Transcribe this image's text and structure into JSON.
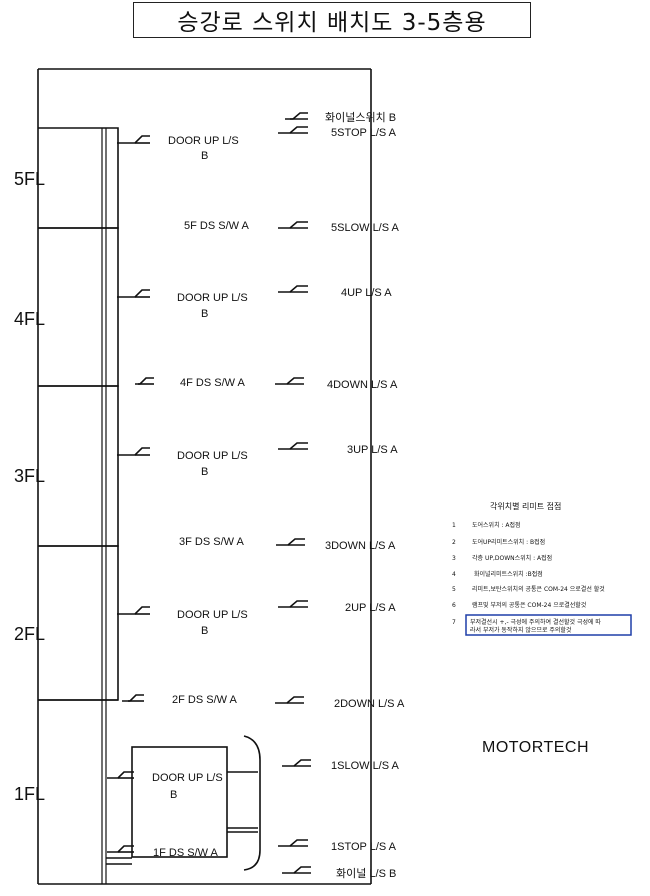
{
  "title": "승강로 스위치 배치도  3-5층용",
  "floors": [
    "5FL",
    "4FL",
    "3FL",
    "2FL",
    "1FL"
  ],
  "left_switches": [
    {
      "label": "DOOR UP L/S",
      "sub": "B"
    },
    {
      "label": "5F DS S/W  A",
      "sub": ""
    },
    {
      "label": "DOOR UP L/S",
      "sub": "B"
    },
    {
      "label": "4F DS S/W  A",
      "sub": ""
    },
    {
      "label": "DOOR UP L/S",
      "sub": "B"
    },
    {
      "label": "3F DS S/W  A",
      "sub": ""
    },
    {
      "label": "DOOR UP L/S",
      "sub": "B"
    },
    {
      "label": "2F DS S/W  A",
      "sub": ""
    },
    {
      "label": "DOOR UP L/S",
      "sub": "B"
    },
    {
      "label": "1F DS S/W  A",
      "sub": ""
    }
  ],
  "right_switches": [
    "화이널스위치  B",
    "5STOP L/S  A",
    "5SLOW L/S  A",
    "4UP L/S  A",
    "4DOWN L/S  A",
    "3UP  L/S  A",
    "3DOWN L/S  A",
    "2UP  L/S  A",
    "2DOWN  L/S  A",
    "1SLOW L/S  A",
    "1STOP L/S  A",
    "화이널  L/S  B"
  ],
  "notes": {
    "title": "각위치별 리미트 접점",
    "items": [
      {
        "num": "1",
        "text": "도어스위치 : A접점"
      },
      {
        "num": "2",
        "text": "도어UP리미트스위치 : B접점"
      },
      {
        "num": "3",
        "text": "각층 UP,DOWN스위치 : A접점"
      },
      {
        "num": "4",
        "text": "화이널리미트스위치 :B접점"
      },
      {
        "num": "5",
        "text": "리미트,보탄스위치의 공통은  COM-24 으로결선 할것"
      },
      {
        "num": "6",
        "text": "램프및 부저의 공통은 COM-24 으로결선할것"
      },
      {
        "num": "7",
        "text": "부저결선시 +,- 극성에 주의하여 결선할것 극성에 따",
        "text2": "라서 부저가 동작하지 않으므로 주의할것"
      }
    ]
  },
  "brand": "MOTORTECH"
}
